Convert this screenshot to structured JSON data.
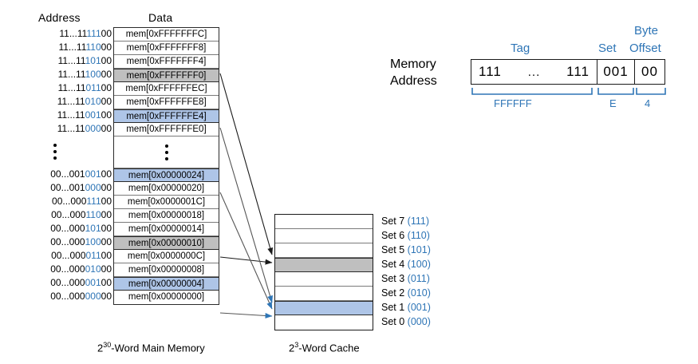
{
  "memory": {
    "header_address": "Address",
    "header_data": "Data",
    "caption_prefix": "2",
    "caption_exp": "30",
    "caption_suffix": "-Word Main Memory",
    "rows": [
      {
        "tag": "11...11",
        "set": "111",
        "offset": "00",
        "data": "mem[0xFFFFFFFC]",
        "highlight": "none"
      },
      {
        "tag": "11...11",
        "set": "110",
        "offset": "00",
        "data": "mem[0xFFFFFFF8]",
        "highlight": "none"
      },
      {
        "tag": "11...11",
        "set": "101",
        "offset": "00",
        "data": "mem[0xFFFFFFF4]",
        "highlight": "none"
      },
      {
        "tag": "11...11",
        "set": "100",
        "offset": "00",
        "data": "mem[0xFFFFFFF0]",
        "highlight": "gray"
      },
      {
        "tag": "11...11",
        "set": "011",
        "offset": "00",
        "data": "mem[0xFFFFFFEC]",
        "highlight": "none"
      },
      {
        "tag": "11...11",
        "set": "010",
        "offset": "00",
        "data": "mem[0xFFFFFFE8]",
        "highlight": "none"
      },
      {
        "tag": "11...11",
        "set": "001",
        "offset": "00",
        "data": "mem[0xFFFFFFE4]",
        "highlight": "blue"
      },
      {
        "tag": "11...11",
        "set": "000",
        "offset": "00",
        "data": "mem[0xFFFFFFE0]",
        "highlight": "none"
      },
      {
        "tag": "",
        "set": "",
        "offset": "",
        "data": "",
        "highlight": "gap"
      },
      {
        "tag": "00...001",
        "set": "001",
        "offset": "00",
        "data": "mem[0x00000024]",
        "highlight": "blue"
      },
      {
        "tag": "00...001",
        "set": "000",
        "offset": "00",
        "data": "mem[0x00000020]",
        "highlight": "none"
      },
      {
        "tag": "00...000",
        "set": "111",
        "offset": "00",
        "data": "mem[0x0000001C]",
        "highlight": "none"
      },
      {
        "tag": "00...000",
        "set": "110",
        "offset": "00",
        "data": "mem[0x00000018]",
        "highlight": "none"
      },
      {
        "tag": "00...000",
        "set": "101",
        "offset": "00",
        "data": "mem[0x00000014]",
        "highlight": "none"
      },
      {
        "tag": "00...000",
        "set": "100",
        "offset": "00",
        "data": "mem[0x00000010]",
        "highlight": "gray"
      },
      {
        "tag": "00...000",
        "set": "011",
        "offset": "00",
        "data": "mem[0x0000000C]",
        "highlight": "none"
      },
      {
        "tag": "00...000",
        "set": "010",
        "offset": "00",
        "data": "mem[0x00000008]",
        "highlight": "none"
      },
      {
        "tag": "00...000",
        "set": "001",
        "offset": "00",
        "data": "mem[0x00000004]",
        "highlight": "blue"
      },
      {
        "tag": "00...000",
        "set": "000",
        "offset": "00",
        "data": "mem[0x00000000]",
        "highlight": "none"
      }
    ]
  },
  "cache": {
    "caption_prefix": "2",
    "caption_exp": "3",
    "caption_suffix": "-Word Cache",
    "sets": [
      {
        "label": "Set 7",
        "bits": "(111)",
        "highlight": "none"
      },
      {
        "label": "Set 6",
        "bits": "(110)",
        "highlight": "none"
      },
      {
        "label": "Set 5",
        "bits": "(101)",
        "highlight": "none"
      },
      {
        "label": "Set 4",
        "bits": "(100)",
        "highlight": "gray"
      },
      {
        "label": "Set 3",
        "bits": "(011)",
        "highlight": "none"
      },
      {
        "label": "Set 2",
        "bits": "(010)",
        "highlight": "none"
      },
      {
        "label": "Set 1",
        "bits": "(001)",
        "highlight": "blue"
      },
      {
        "label": "Set 0",
        "bits": "(000)",
        "highlight": "none"
      }
    ]
  },
  "address_figure": {
    "label_line1": "Memory",
    "label_line2": "Address",
    "field_tag": "Tag",
    "field_set": "Set",
    "field_byte": "Byte",
    "field_offset": "Offset",
    "tag_left_bits": "111",
    "tag_dots": "...",
    "tag_right_bits": "111",
    "set_bits": "001",
    "offset_bits": "00",
    "bracket_tag_value": "FFFFFF",
    "bracket_set_value": "E",
    "bracket_offset_value": "4"
  },
  "colors": {
    "accent_blue": "#2E75B6",
    "highlight_blue": "#AEC5E7",
    "highlight_gray": "#BFBFBF"
  }
}
